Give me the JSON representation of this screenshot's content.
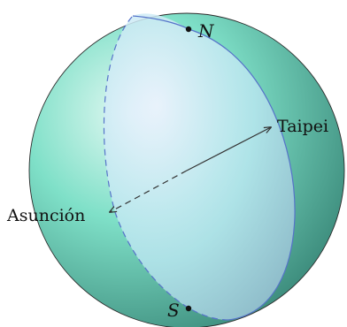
{
  "labels": {
    "north_pole": "N",
    "south_pole": "S",
    "city_east": "Taipei",
    "city_west": "Asunción"
  },
  "colors": {
    "sphere_light": "#e2f8f2",
    "sphere_mid": "#7fe0c8",
    "sphere_dark": "#3f8f7f",
    "disk_light": "#eef2ff",
    "disk_mid": "#b8e6ef",
    "disk_edge": "#9ec6d8",
    "great_circle": "#5673c9",
    "outline": "#2b2b2b"
  }
}
